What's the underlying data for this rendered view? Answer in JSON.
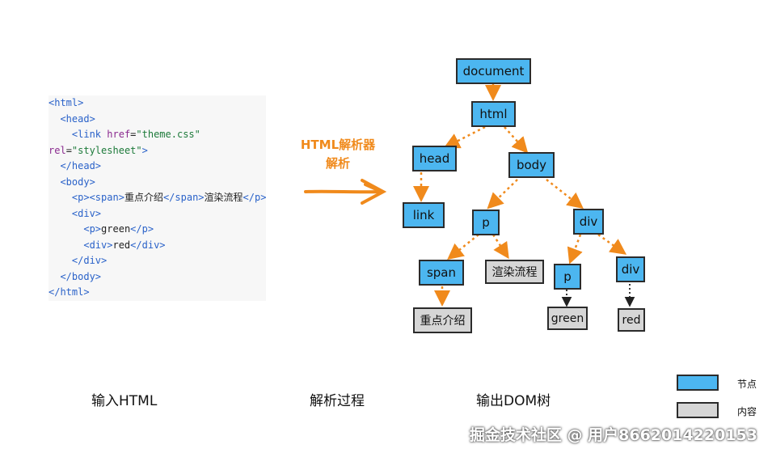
{
  "code_lines": [
    {
      "parts": [
        {
          "c": "tag",
          "t": "<html>"
        }
      ]
    },
    {
      "parts": [
        {
          "c": "txt",
          "t": "  "
        },
        {
          "c": "tag",
          "t": "<head>"
        }
      ]
    },
    {
      "parts": [
        {
          "c": "txt",
          "t": "    "
        },
        {
          "c": "tag",
          "t": "<link "
        },
        {
          "c": "attr",
          "t": "href"
        },
        {
          "c": "txt",
          "t": "="
        },
        {
          "c": "str",
          "t": "\"theme.css\""
        }
      ]
    },
    {
      "parts": [
        {
          "c": "attr",
          "t": "rel"
        },
        {
          "c": "txt",
          "t": "="
        },
        {
          "c": "str",
          "t": "\"stylesheet\""
        },
        {
          "c": "tag",
          "t": ">"
        }
      ]
    },
    {
      "parts": [
        {
          "c": "txt",
          "t": "  "
        },
        {
          "c": "tag",
          "t": "</head>"
        }
      ]
    },
    {
      "parts": [
        {
          "c": "txt",
          "t": "  "
        },
        {
          "c": "tag",
          "t": "<body>"
        }
      ]
    },
    {
      "parts": [
        {
          "c": "txt",
          "t": "    "
        },
        {
          "c": "tag",
          "t": "<p><span>"
        },
        {
          "c": "txt",
          "t": "重点介绍"
        },
        {
          "c": "tag",
          "t": "</span>"
        },
        {
          "c": "txt",
          "t": "渲染流程"
        },
        {
          "c": "tag",
          "t": "</p>"
        }
      ]
    },
    {
      "parts": [
        {
          "c": "txt",
          "t": "    "
        },
        {
          "c": "tag",
          "t": "<div>"
        }
      ]
    },
    {
      "parts": [
        {
          "c": "txt",
          "t": "      "
        },
        {
          "c": "tag",
          "t": "<p>"
        },
        {
          "c": "txt",
          "t": "green"
        },
        {
          "c": "tag",
          "t": "</p>"
        }
      ]
    },
    {
      "parts": [
        {
          "c": "txt",
          "t": "      "
        },
        {
          "c": "tag",
          "t": "<div>"
        },
        {
          "c": "txt",
          "t": "red"
        },
        {
          "c": "tag",
          "t": "</div>"
        }
      ]
    },
    {
      "parts": [
        {
          "c": "txt",
          "t": "    "
        },
        {
          "c": "tag",
          "t": "</div>"
        }
      ]
    },
    {
      "parts": [
        {
          "c": "txt",
          "t": "  "
        },
        {
          "c": "tag",
          "t": "</body>"
        }
      ]
    },
    {
      "parts": [
        {
          "c": "tag",
          "t": "</html>"
        }
      ]
    }
  ],
  "parser_label_line1": "HTML解析器",
  "parser_label_line2": "解析",
  "nodes": {
    "document": "document",
    "html": "html",
    "head": "head",
    "body": "body",
    "link": "link",
    "p1": "p",
    "div1": "div",
    "span": "span",
    "text_render": "渲染流程",
    "p2": "p",
    "div2": "div",
    "text_focus": "重点介绍",
    "text_green": "green",
    "text_red": "red"
  },
  "captions": {
    "input": "输入HTML",
    "process": "解析过程",
    "output": "输出DOM树"
  },
  "legend": {
    "node_label": "节点",
    "content_label": "内容",
    "node_color": "#4cb6f0",
    "content_color": "#d6d6d6"
  },
  "watermark": "掘金技术社区 @ 用户8662014220153",
  "colors": {
    "accent": "#f08a1c",
    "edge_black": "#222222"
  }
}
